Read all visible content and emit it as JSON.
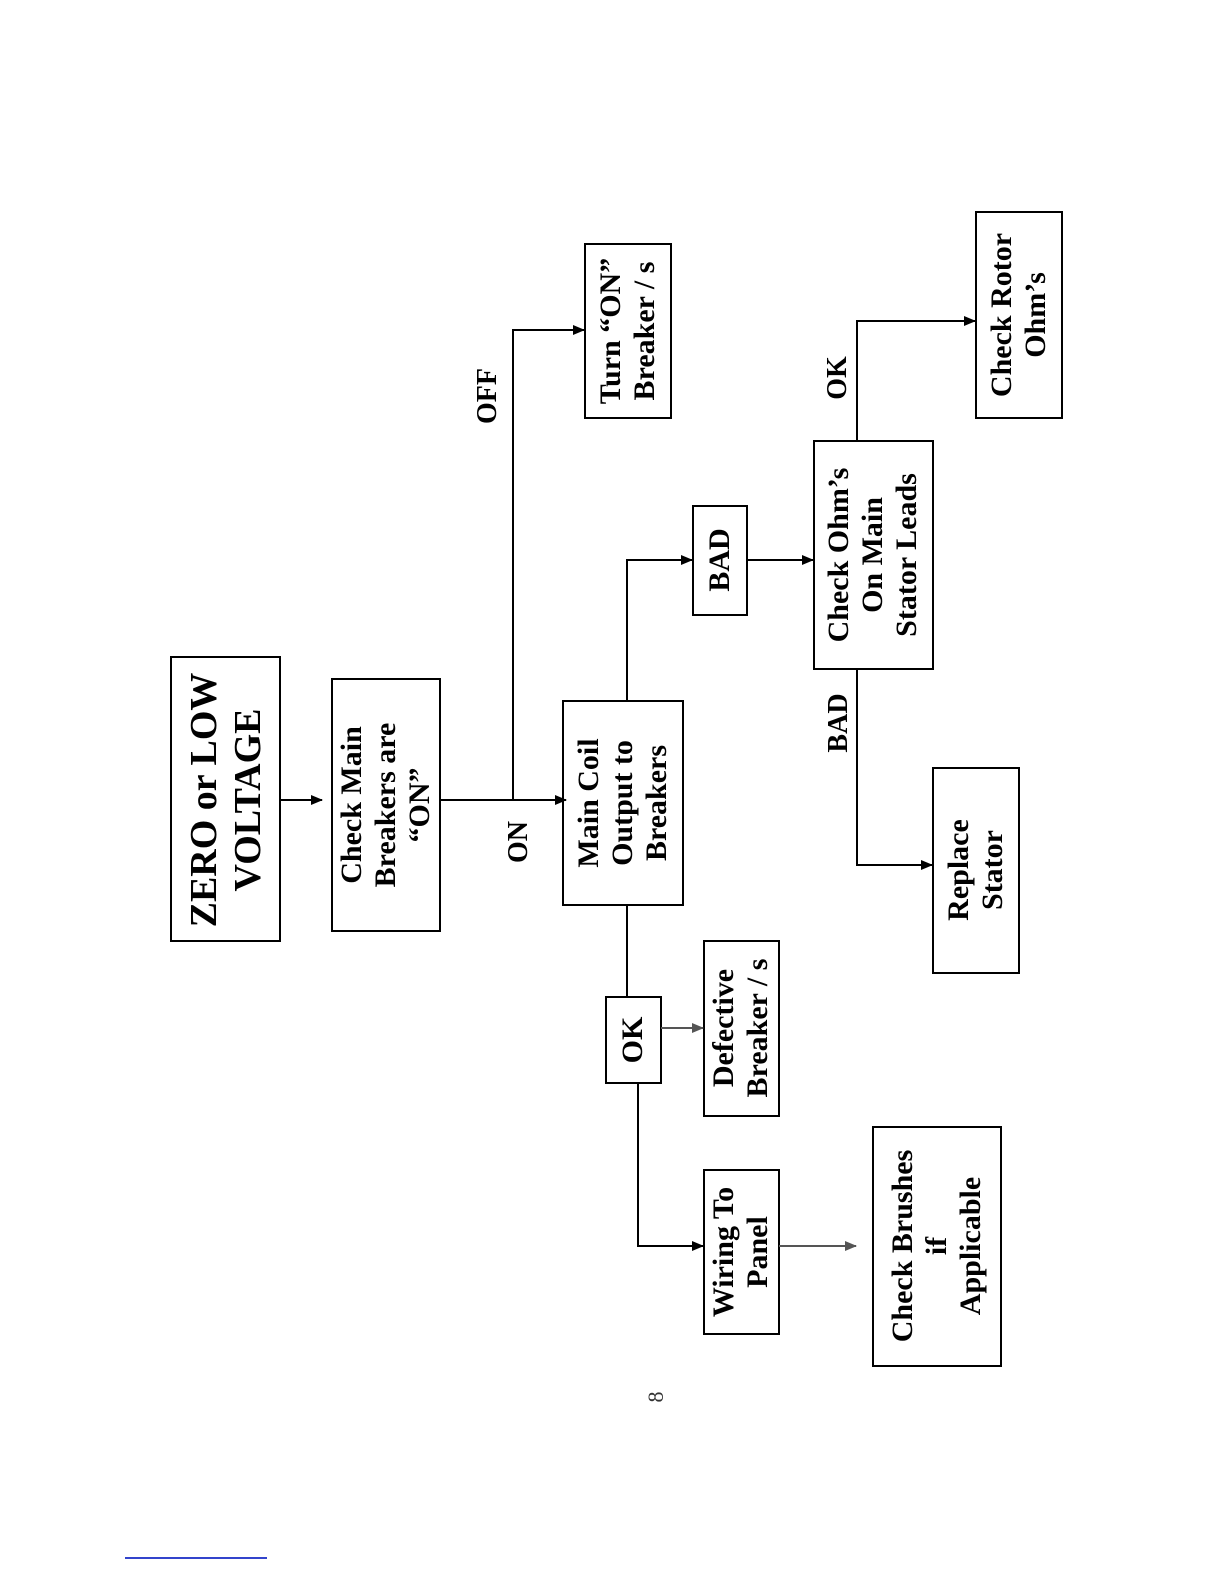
{
  "nodes": {
    "start": [
      "ZERO or LOW",
      "VOLTAGE"
    ],
    "check_breakers": [
      "Check Main",
      "Breakers are",
      "“ON”"
    ],
    "turn_on": [
      "Turn “ON”",
      "Breaker / s"
    ],
    "main_coil": [
      "Main Coil",
      "Output to",
      "Breakers"
    ],
    "bad_box": [
      "BAD"
    ],
    "ok_box": [
      "OK"
    ],
    "check_stator": [
      "Check Ohm’s",
      "On Main",
      "Stator Leads"
    ],
    "check_rotor": [
      "Check Rotor",
      "Ohm’s"
    ],
    "replace_stator": [
      "Replace",
      "Stator"
    ],
    "defective_breaker": [
      "Defective",
      "Breaker / s"
    ],
    "wiring_panel": [
      "Wiring To",
      "Panel"
    ],
    "check_brushes": [
      "Check Brushes",
      "if",
      "Applicable"
    ]
  },
  "edge_labels": {
    "off": "OFF",
    "on": "ON",
    "ok_rotor": "OK",
    "bad_replace": "BAD"
  },
  "page_number": "8"
}
